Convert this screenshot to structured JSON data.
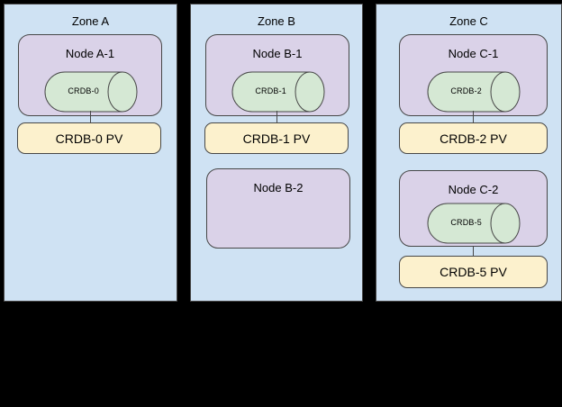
{
  "diagram": {
    "title_hint": "CockroachDB pods and persistent volumes across availability zones",
    "colors": {
      "background": "#000000",
      "zone_fill": "#cfe2f3",
      "node_fill": "#dad2e8",
      "pod_fill": "#d5e8d4",
      "pv_fill": "#fcf1cd",
      "stroke": "#474747",
      "text": "#000000"
    },
    "zones": [
      {
        "label": "Zone A",
        "nodes": [
          {
            "label": "Node A-1",
            "pod": "CRDB-0",
            "pv": "CRDB-0 PV"
          }
        ]
      },
      {
        "label": "Zone B",
        "nodes": [
          {
            "label": "Node B-1",
            "pod": "CRDB-1",
            "pv": "CRDB-1 PV"
          },
          {
            "label": "Node B-2"
          }
        ]
      },
      {
        "label": "Zone C",
        "nodes": [
          {
            "label": "Node C-1",
            "pod": "CRDB-2",
            "pv": "CRDB-2 PV"
          },
          {
            "label": "Node C-2",
            "pod": "CRDB-5",
            "pv": "CRDB-5 PV"
          }
        ]
      }
    ]
  }
}
